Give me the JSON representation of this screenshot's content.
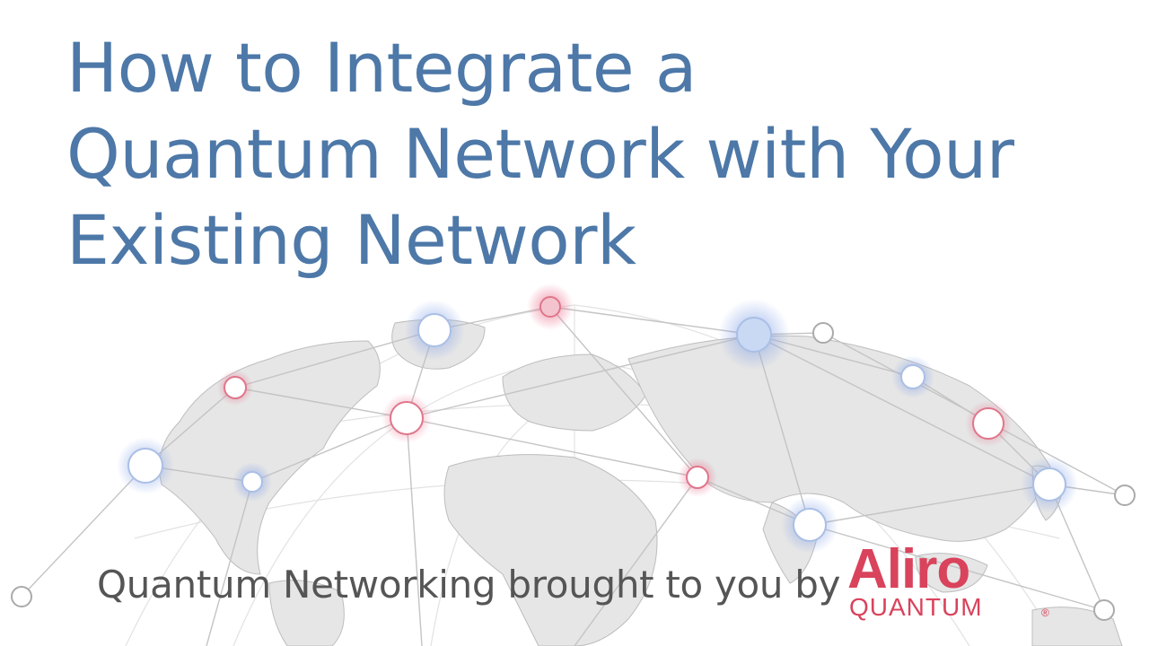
{
  "title": {
    "line1": "How to Integrate a",
    "line2": "Quantum Network with Your",
    "line3": "Existing Network"
  },
  "tagline": "Quantum Networking brought to you by",
  "logo": {
    "main": "Aliro",
    "sub": "QUANTUM",
    "reg": "®"
  },
  "colors": {
    "title": "#4d78a8",
    "brand": "#d9435c",
    "node_blue": "#8fb0e8",
    "node_red": "#e06a80",
    "land": "#e6e6e6",
    "links": "#c9c9c9"
  },
  "globe_icon": "world-network-globe"
}
